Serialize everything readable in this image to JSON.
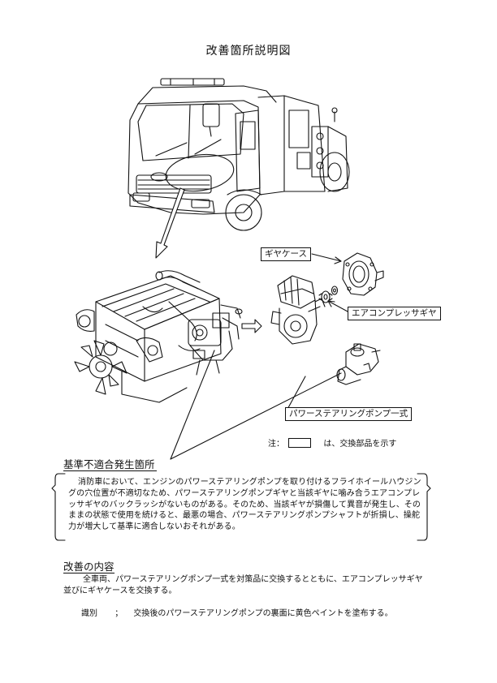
{
  "title": "改善箇所説明図",
  "labels": {
    "gear_case": "ギヤケース",
    "air_compressor_gear": "エアコンプレッサギヤ",
    "power_steering_pump": "パワーステアリングポンプ一式"
  },
  "note": {
    "prefix": "注：",
    "suffix": "は、交換部品を示す"
  },
  "defect": {
    "heading": "基準不適合発生箇所",
    "text": "消防車において、エンジンのパワーステアリングポンプを取り付けるフライホイールハウジングの穴位置が不適切なため、パワーステアリングポンプギヤと当該ギヤに噛み合うエアコンプレッサギヤのバックラッシがないものがある。そのため、当該ギヤが損傷して異音が発生し、そのままの状態で使用を続けると、最悪の場合、パワーステアリングポンプシャフトが折損し、操舵力が増大して基準に適合しないおそれがある。"
  },
  "improvement": {
    "heading": "改善の内容",
    "text": "全車両、パワーステアリングポンプ一式を対策品に交換するとともに、エアコンプレッサギヤ並びにギヤケースを交換する。",
    "ident_label": "識別",
    "ident_sep": "；",
    "ident_text": "交換後のパワーステアリングポンプの裏面に黄色ペイントを塗布する。"
  }
}
